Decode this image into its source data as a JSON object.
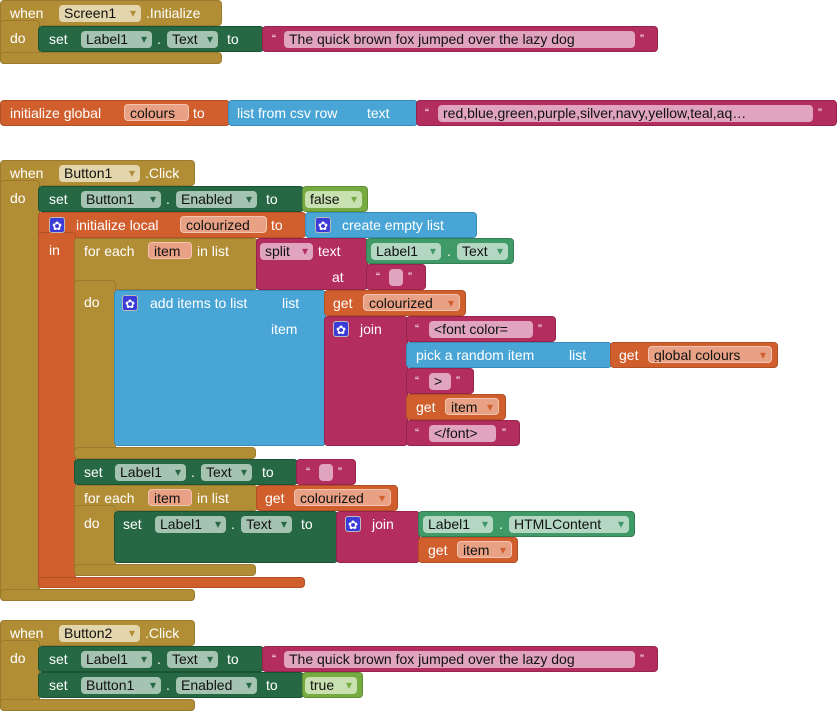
{
  "common": {
    "when": "when",
    "do": "do",
    "set": "set",
    "dot": ".",
    "to": "to",
    "get": "get",
    "open_quote": "“",
    "close_quote": "”",
    "in": "in",
    "for_each": "for each",
    "in_list": "in list",
    "join": "join",
    "text": "text",
    "list": "list",
    "item": "item",
    "at": "at"
  },
  "screen_init": {
    "component": "Screen1",
    "event": ".Initialize",
    "target": "Label1",
    "prop": "Text",
    "value": "The quick brown fox jumped over the lazy dog"
  },
  "global": {
    "label": "initialize global",
    "name": "colours",
    "list_block": "list from csv row",
    "value": "red,blue,green,purple,silver,navy,yellow,teal,aq…"
  },
  "button1": {
    "component": "Button1",
    "event": ".Click",
    "enabled_target": "Button1",
    "enabled_prop": "Enabled",
    "enabled_value": "false",
    "init_local": "initialize local",
    "local_name": "colourized",
    "create_empty": "create empty list",
    "loop_var": "item",
    "split": "split",
    "split_target": "Label1",
    "split_prop": "Text",
    "split_at": " ",
    "add_items": "add items to list",
    "get_colourized": "colourized",
    "font_open": "<font color=",
    "pick_random": "pick a random item",
    "global_colours": "global colours",
    "gt": ">",
    "get_item": "item",
    "font_close": "</font>",
    "clear_target": "Label1",
    "clear_prop": "Text",
    "clear_value": " ",
    "loop2_var": "item",
    "loop2_list": "colourized",
    "html_set_target": "Label1",
    "html_set_prop": "Text",
    "html_target": "Label1",
    "html_prop": "HTMLContent",
    "html_item": "item"
  },
  "button2": {
    "component": "Button2",
    "event": ".Click",
    "target": "Label1",
    "prop": "Text",
    "value": "The quick brown fox jumped over the lazy dog",
    "enabled_target": "Button1",
    "enabled_prop": "Enabled",
    "enabled_value": "true"
  }
}
